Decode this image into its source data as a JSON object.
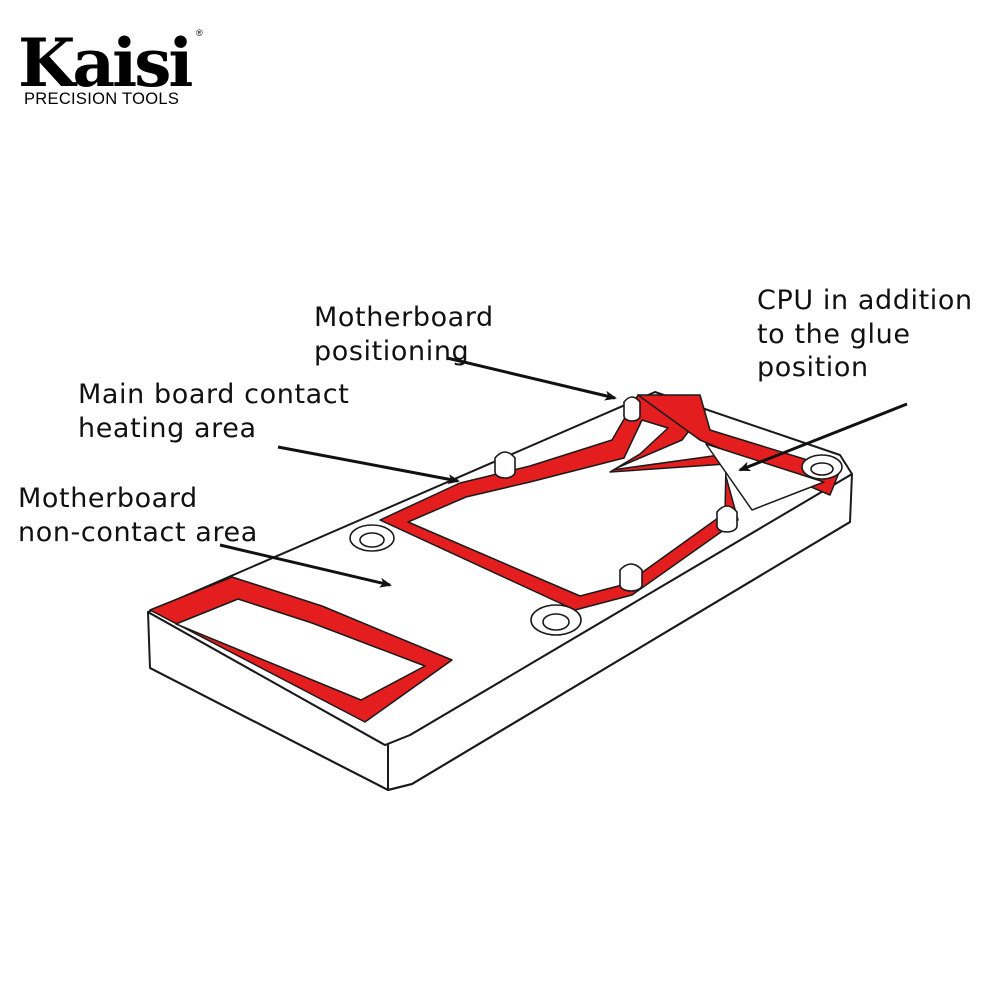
{
  "logo": {
    "wordmark": "Kaisi",
    "registered": "®",
    "tagline": "PRECISION TOOLS"
  },
  "labels": {
    "positioning": [
      "Motherboard",
      "positioning"
    ],
    "contact_heating": [
      "Main board contact",
      "heating area"
    ],
    "non_contact": [
      "Motherboard",
      "non-contact area"
    ],
    "cpu_glue": [
      "CPU in addition",
      "to the glue",
      "position"
    ]
  },
  "colors": {
    "highlight": "#e41e1e",
    "outline": "#1a1a1a",
    "text": "#111111",
    "plate": "#ffffff"
  },
  "icons": {
    "arrow": "arrow-icon",
    "positioning_pin": "pin-icon",
    "screw_hole": "screw-hole-icon"
  }
}
